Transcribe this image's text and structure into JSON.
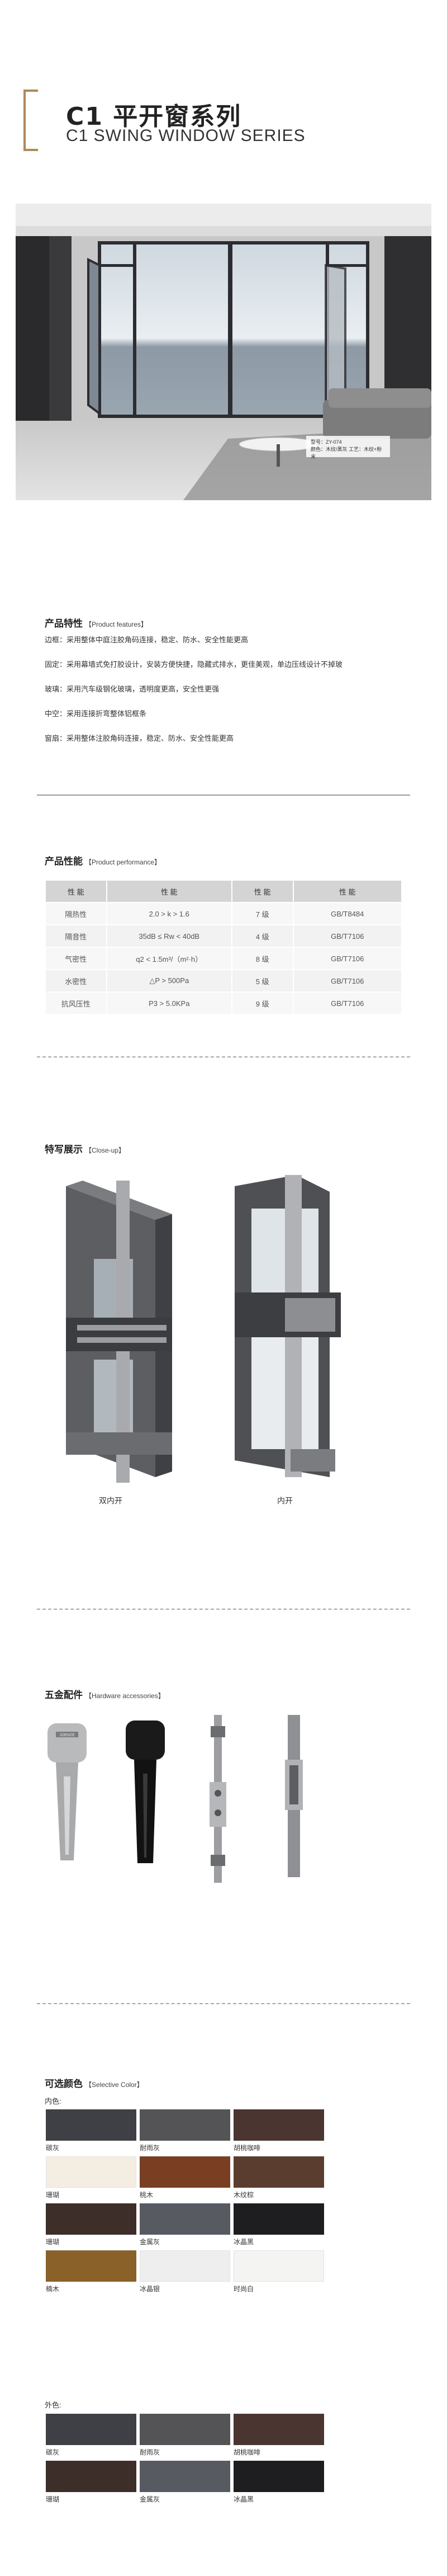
{
  "header": {
    "title_cn": "C1 平开窗系列",
    "title_en": "C1 SWING WINDOW SERIES"
  },
  "hero": {
    "caption_line1": "型号：ZY-074",
    "caption_line2": "颜色：木纹/黑灰 工艺：木纹+粉末"
  },
  "features": {
    "heading_cn": "产品特性",
    "heading_en": "【Product features】",
    "items": [
      "边框：采用整体中庭注胶角码连接，稳定、防水、安全性能更高",
      "固定：采用幕墙式免打胶设计，安装方便快捷，隐藏式排水，更佳美观，单边压线设计不掉玻",
      "玻璃：采用汽车级钢化玻璃，透明度更高，安全性更强",
      "中空：采用连接折弯整体铝框条",
      "窗扇：采用整体注胶角码连接，稳定、防水、安全性能更高"
    ]
  },
  "performance": {
    "heading_cn": "产品性能",
    "heading_en": "【Product performance】",
    "columns": [
      "性 能",
      "性 能",
      "性 能",
      "性 能"
    ],
    "rows": [
      [
        "隔热性",
        "2.0 > k > 1.6",
        "7 级",
        "GB/T8484"
      ],
      [
        "隔音性",
        "35dB ≤ Rw < 40dB",
        "4 级",
        "GB/T7106"
      ],
      [
        "气密性",
        "q2 < 1.5m³/（m²·h）",
        "8 级",
        "GB/T7106"
      ],
      [
        "水密性",
        "△P > 500Pa",
        "5 级",
        "GB/T7106"
      ],
      [
        "抗风压性",
        "P3 > 5.0KPa",
        "9 级",
        "GB/T7106"
      ]
    ]
  },
  "closeup": {
    "heading_cn": "特写展示",
    "heading_en": "【Close-up】",
    "labels": [
      "双内开",
      "内开"
    ]
  },
  "hardware": {
    "heading_cn": "五金配件",
    "heading_en": "【Hardware accessories】",
    "brand": "JOENZE"
  },
  "colors": {
    "heading_cn": "可选颜色",
    "heading_en": "【Selective Color】",
    "inner_label": "内色:",
    "outer_label": "外色:",
    "inner": [
      {
        "name": "碳灰",
        "hex": "#3f4045"
      },
      {
        "name": "耐雨灰",
        "hex": "#545457"
      },
      {
        "name": "胡桃咖啡",
        "hex": "#4a3531"
      },
      {
        "name": "珊瑚",
        "hex": "#f4eee2"
      },
      {
        "name": "桃木",
        "hex": "#7a3f22"
      },
      {
        "name": "木纹棕",
        "hex": "#5a3d2e"
      },
      {
        "name": "珊瑚",
        "hex": "#3e2e2a"
      },
      {
        "name": "金属灰",
        "hex": "#575a60"
      },
      {
        "name": "冰晶黑",
        "hex": "#1e1e20"
      },
      {
        "name": "楠木",
        "hex": "#8a6128"
      },
      {
        "name": "冰晶银",
        "hex": "#eeeeee"
      },
      {
        "name": "时尚白",
        "hex": "#f4f4f2"
      }
    ],
    "outer": [
      {
        "name": "碳灰",
        "hex": "#3f4045"
      },
      {
        "name": "耐雨灰",
        "hex": "#545457"
      },
      {
        "name": "胡桃咖啡",
        "hex": "#4a3531"
      },
      {
        "name": "珊瑚",
        "hex": "#3e2e2a"
      },
      {
        "name": "金属灰",
        "hex": "#575a60"
      },
      {
        "name": "冰晶黑",
        "hex": "#1e1e20"
      }
    ]
  },
  "accent": "#b08a55"
}
